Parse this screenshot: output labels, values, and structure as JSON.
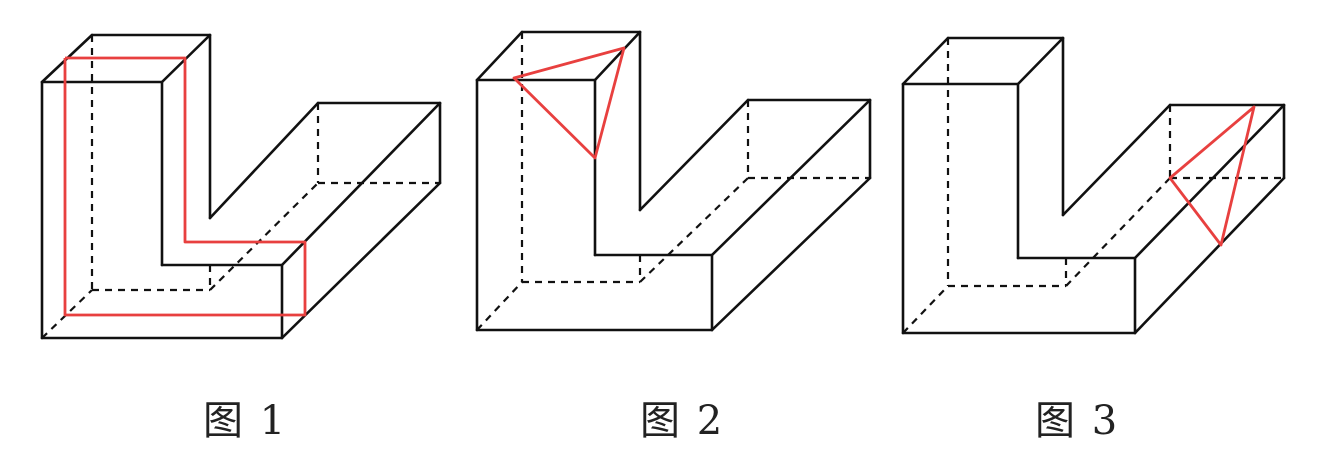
{
  "figures": [
    {
      "caption": "图 1"
    },
    {
      "caption": "图 2"
    },
    {
      "caption": "图 3"
    }
  ],
  "colors": {
    "edge": "#111111",
    "highlight": "#e8403f"
  }
}
